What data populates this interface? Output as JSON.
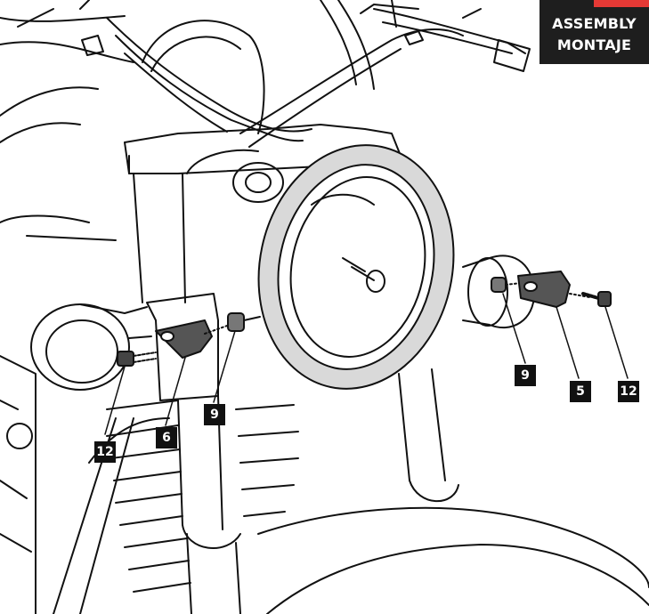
{
  "header": {
    "line1": "ASSEMBLY",
    "line2": "MONTAJE",
    "accent_color": "#e53935",
    "bg_color": "#1e1e1e"
  },
  "callouts": [
    {
      "id": "left-screw",
      "label": "12"
    },
    {
      "id": "left-bracket",
      "label": "6"
    },
    {
      "id": "left-spacer",
      "label": "9"
    },
    {
      "id": "right-spacer",
      "label": "9"
    },
    {
      "id": "right-bracket",
      "label": "5"
    },
    {
      "id": "right-screw",
      "label": "12"
    }
  ]
}
